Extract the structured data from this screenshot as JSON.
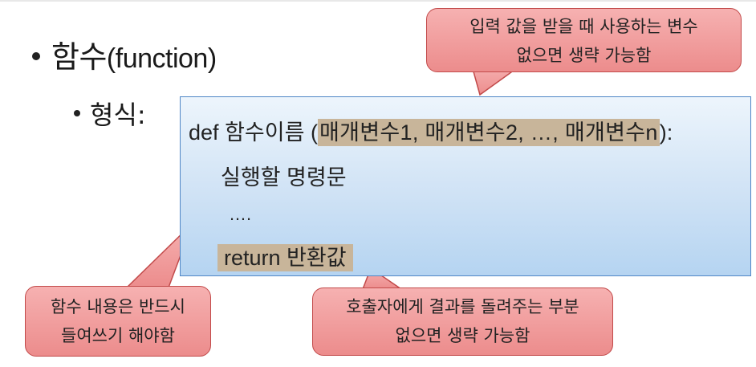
{
  "heading": {
    "prefix": "함수",
    "suffix": "(function)"
  },
  "subheading": {
    "label": "형식:"
  },
  "code": {
    "def_keyword": "def",
    "function_name": "함수이름",
    "open_paren": "(",
    "params": "매개변수1, 매개변수2, …, 매개변수n",
    "close_paren": "):",
    "body_line": "실행할 명령문",
    "ellipsis": "….",
    "return_stmt": "return 반환값"
  },
  "callouts": {
    "top": {
      "line1": "입력 값을 받을 때 사용하는 변수",
      "line2": "없으면 생략 가능함"
    },
    "left": {
      "line1": "함수 내용은 반드시",
      "line2": "들여쓰기 해야함"
    },
    "bottom": {
      "line1": "호출자에게 결과를 돌려주는 부분",
      "line2": "없으면 생략 가능함"
    }
  },
  "colors": {
    "callout_fill": "#f0a0a0",
    "callout_border": "#c24a4a",
    "codebox_border": "#4f86c6",
    "highlight": "#c8b59a"
  }
}
